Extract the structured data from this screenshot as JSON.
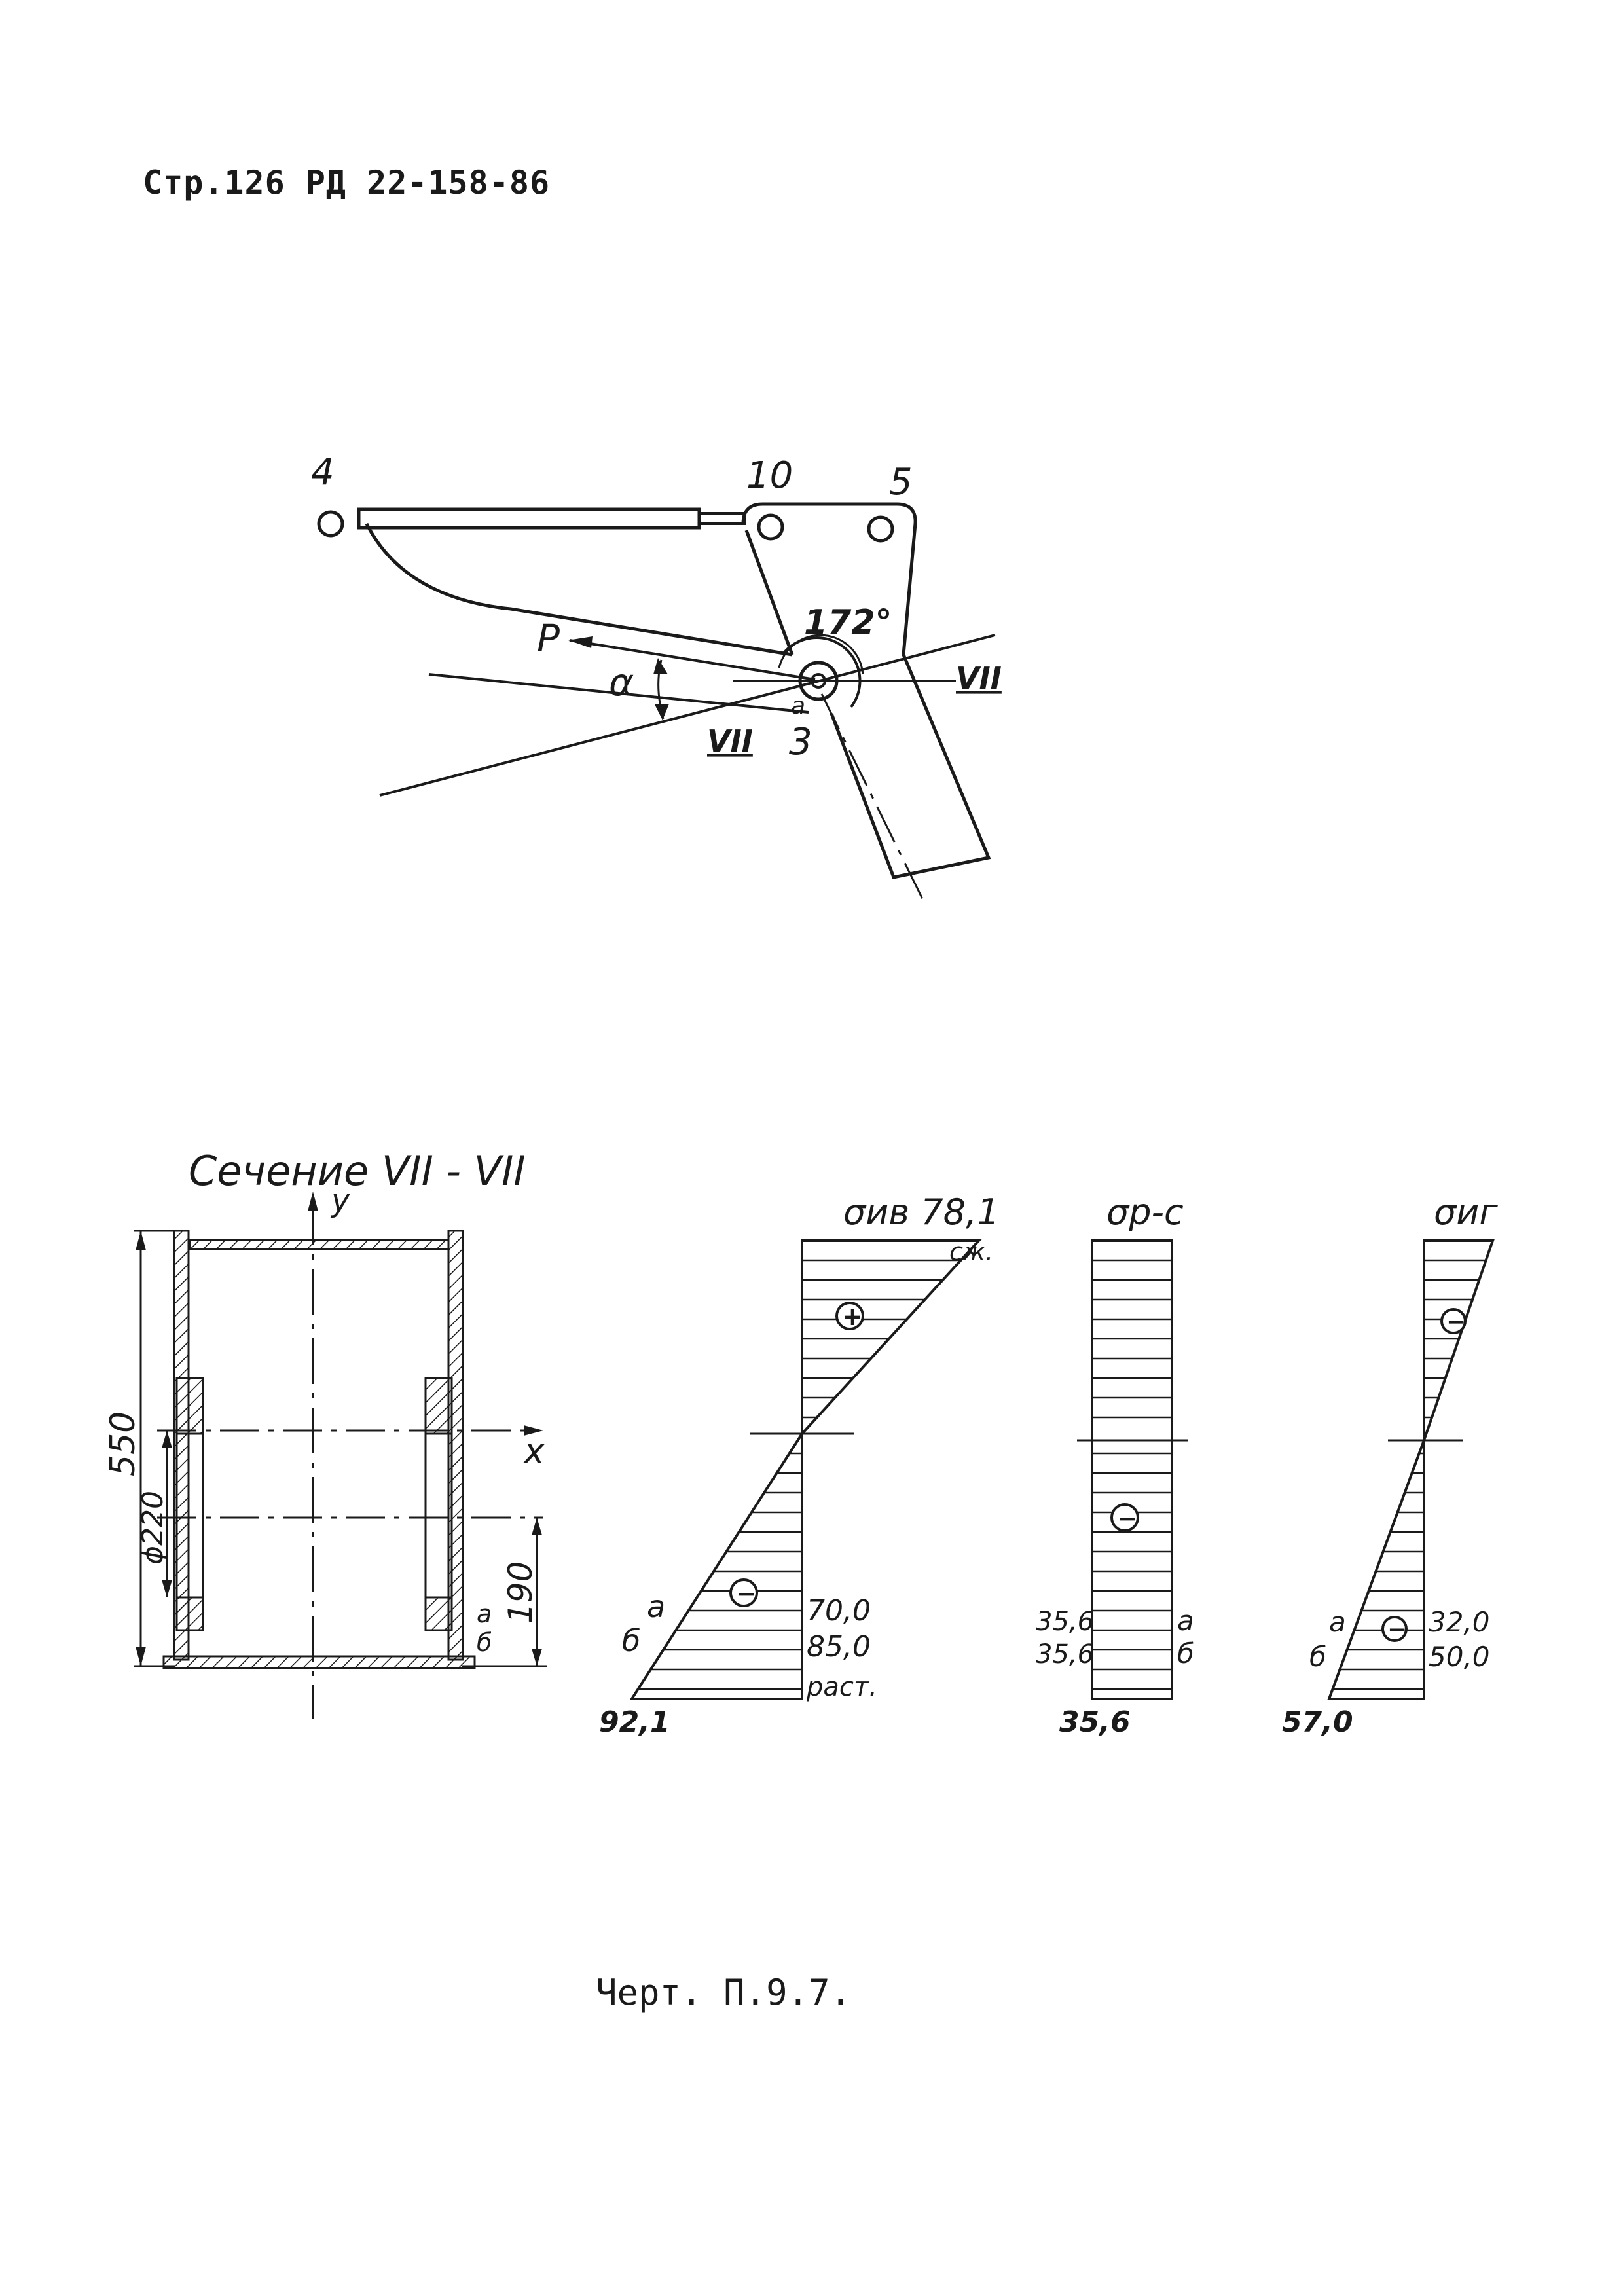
{
  "header": {
    "text": "Стр.126 РД 22-158-86"
  },
  "caption": {
    "text": "Черт. П.9.7."
  },
  "mechanism": {
    "node_4": "4",
    "node_10": "10",
    "node_5": "5",
    "node_3": "3",
    "force": "P",
    "angle_alpha": "α",
    "angle_value": "172°",
    "section_mark": "VII",
    "point_a": "a"
  },
  "section": {
    "title": "Сечение VII - VII",
    "axis_y": "y",
    "axis_x": "x",
    "dim_height": "550",
    "dim_diameter": "ϕ220",
    "dim_offset": "190",
    "point_a": "a",
    "point_b": "б"
  },
  "diagrams": [
    {
      "title": "σив 78,1",
      "top_note": "сж.",
      "plus_sign": "+",
      "minus_sign": "−",
      "label_a": "a",
      "label_b": "б",
      "value_a": "70,0",
      "value_b": "85,0",
      "value_bottom": "92,1",
      "bottom_note": "раст."
    },
    {
      "title": "σp-c",
      "minus_sign": "−",
      "value_a": "35,6",
      "label_a": "a",
      "value_b": "35,6",
      "label_b": "б",
      "value_bottom": "35,6"
    },
    {
      "title": "σиг",
      "minus_sign": "−",
      "minus_sign_2": "−",
      "label_a": "a",
      "label_b": "б",
      "value_a": "32,0",
      "value_b": "50,0",
      "value_bottom": "57,0"
    }
  ]
}
